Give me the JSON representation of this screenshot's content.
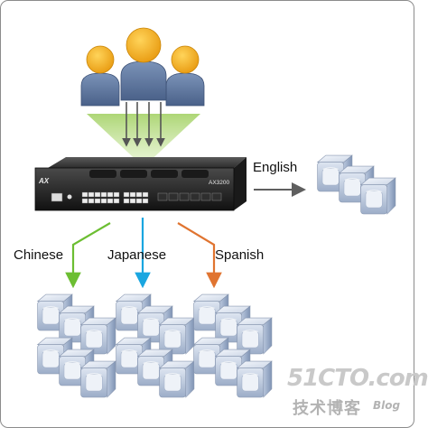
{
  "labels": {
    "english": "English",
    "chinese": "Chinese",
    "japanese": "Japanese",
    "spanish": "Spanish"
  },
  "device": {
    "brand": "AX",
    "model": "AX3200"
  },
  "watermark": {
    "site": "51CTO.com",
    "tagline": "技术博客",
    "blog": "Blog"
  },
  "icons": {
    "users": "three-users-icon",
    "switch": "network-switch-icon",
    "server": "server-cube-icon"
  },
  "colors": {
    "english_arrow": "#5f5f5f",
    "chinese_arrow": "#6cbe32",
    "japanese_arrow": "#1aa6e0",
    "spanish_arrow": "#e07430",
    "cone": "#b5dc80",
    "user_head": "#f6b21c",
    "user_body": "#5f7aa3"
  }
}
